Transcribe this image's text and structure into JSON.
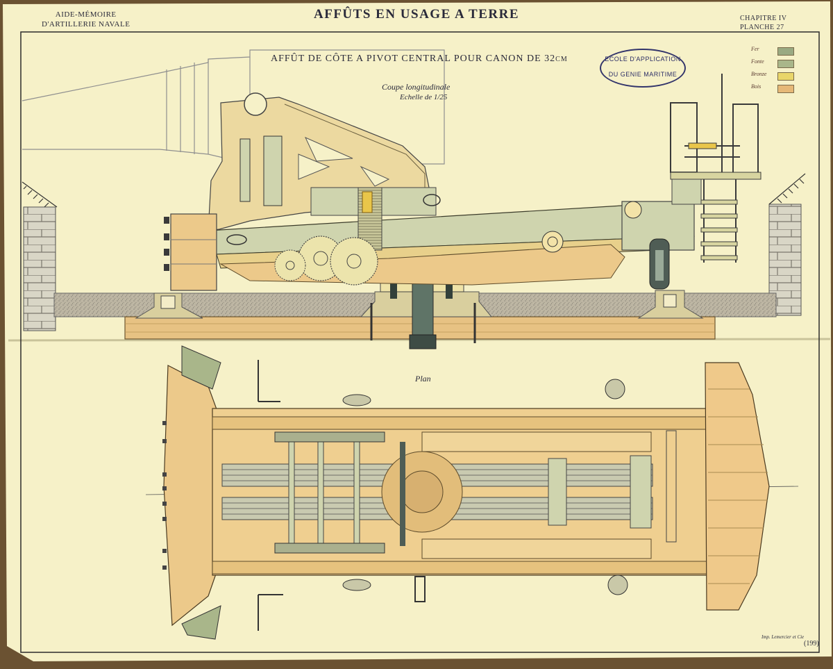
{
  "header": {
    "left_line1": "AIDE-MÉMOIRE",
    "left_line2": "D'ARTILLERIE NAVALE",
    "title": "AFFÛTS EN USAGE A TERRE",
    "right_line1": "CHAPITRE IV",
    "right_line2": "PLANCHE 27"
  },
  "drawing": {
    "subtitle": "AFFÛT DE CÔTE A PIVOT CENTRAL POUR CANON DE 32cm",
    "section_label": "Coupe longitudinale",
    "scale_label": "Echelle de 1/25",
    "plan_label": "Plan"
  },
  "stamp": {
    "line1": "ECOLE D'APPLICATION",
    "line2": "DU GENIE MARITIME"
  },
  "legend": {
    "items": [
      {
        "label": "Fer",
        "color": "#9aaa82"
      },
      {
        "label": "Fonte",
        "color": "#a9b68a"
      },
      {
        "label": "Bronze",
        "color": "#e9d66a"
      },
      {
        "label": "Bois",
        "color": "#e6b877"
      }
    ]
  },
  "footer": {
    "printer": "Imp. Lemercier et Cie",
    "page_number": "(199)"
  }
}
